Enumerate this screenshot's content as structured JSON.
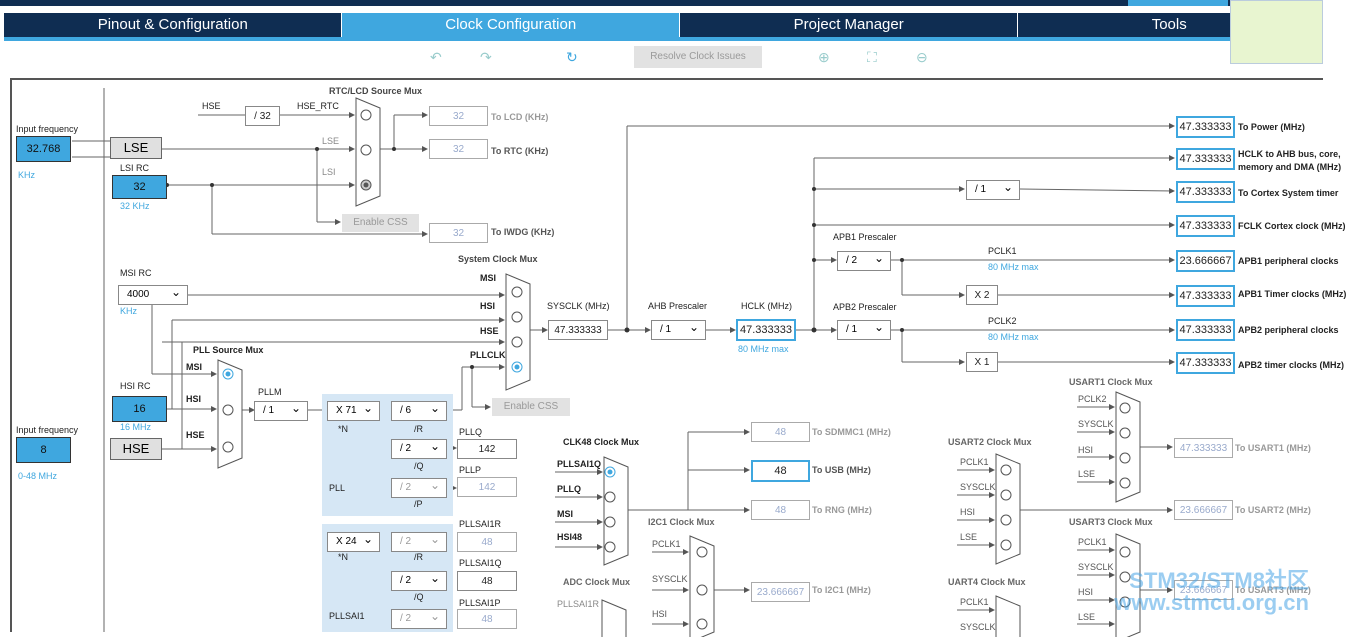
{
  "tabs": [
    "Pinout & Configuration",
    "Clock Configuration",
    "Project Manager",
    "Tools"
  ],
  "toolbar": {
    "resolve": "Resolve Clock Issues",
    "undo": "↶",
    "redo": "↷",
    "refresh": "↻",
    "zoom_in": "⊕",
    "fit": "⛶",
    "zoom_out": "⊖"
  },
  "inputs": {
    "lse_freq_label": "Input frequency",
    "lse_freq": "32.768",
    "lse_unit": "KHz",
    "lse": "LSE",
    "lsi_label": "LSI RC",
    "lsi": "32",
    "lsi_unit": "32 KHz",
    "msi_label": "MSI RC",
    "msi": "4000",
    "msi_unit": "KHz",
    "hsi_label": "HSI RC",
    "hsi": "16",
    "hsi_unit": "16 MHz",
    "hse_freq_label": "Input frequency",
    "hse_freq": "8",
    "hse_range": "0-48 MHz",
    "hse": "HSE"
  },
  "rtc": {
    "title": "RTC/LCD Source Mux",
    "hse": "HSE",
    "div": "/ 32",
    "hse_rtc": "HSE_RTC",
    "lse": "LSE",
    "lsi": "LSI",
    "enable_css": "Enable CSS",
    "lcd_val": "32",
    "lcd_label": "To LCD (KHz)",
    "rtc_val": "32",
    "rtc_label": "To RTC (KHz)",
    "iwdg_val": "32",
    "iwdg_label": "To IWDG (KHz)"
  },
  "sysmux": {
    "title": "System Clock Mux",
    "msi": "MSI",
    "hsi": "HSI",
    "hse": "HSE",
    "pllclk": "PLLCLK",
    "enable_css": "Enable CSS",
    "sysclk_label": "SYSCLK (MHz)",
    "sysclk": "47.333333",
    "ahb_label": "AHB Prescaler",
    "ahb": "/ 1",
    "hclk_label": "HCLK (MHz)",
    "hclk": "47.333333",
    "hclk_max": "80 MHz max"
  },
  "pll": {
    "title": "PLL Source Mux",
    "msi": "MSI",
    "hsi": "HSI",
    "hse": "HSE",
    "pllm_label": "PLLM",
    "pllm": "/ 1",
    "n": "X 71",
    "n_label": "*N",
    "r": "/ 6",
    "r_label": "/R",
    "q": "/ 2",
    "q_label": "/Q",
    "p": "/ 2",
    "p_label": "/P",
    "pllq_label": "PLLQ",
    "pllq": "142",
    "pllp_label": "PLLP",
    "pllp": "142",
    "pll_label": "PLL"
  },
  "pllsai1": {
    "n": "X 24",
    "n_label": "*N",
    "r": "/ 2",
    "r_label": "/R",
    "q": "/ 2",
    "q_label": "/Q",
    "p": "/ 2",
    "p_label": "/P",
    "r_name": "PLLSAI1R",
    "r_val": "48",
    "q_name": "PLLSAI1Q",
    "q_val": "48",
    "p_name": "PLLSAI1P",
    "p_val": "48",
    "label": "PLLSAI1"
  },
  "clk48": {
    "title": "CLK48 Clock Mux",
    "in1": "PLLSAI1Q",
    "in2": "PLLQ",
    "in3": "MSI",
    "in4": "HSI48",
    "sdmmc": "48",
    "sdmmc_label": "To SDMMC1 (MHz)",
    "usb": "48",
    "usb_label": "To USB (MHz)",
    "rng": "48",
    "rng_label": "To RNG (MHz)"
  },
  "adc": {
    "title": "ADC Clock Mux",
    "in1": "PLLSAI1R"
  },
  "i2c1": {
    "title": "I2C1 Clock Mux",
    "in1": "PCLK1",
    "in2": "SYSCLK",
    "in3": "HSI",
    "val": "23.666667",
    "label": "To I2C1 (MHz)"
  },
  "outputs": [
    {
      "val": "47.333333",
      "label": "To Power (MHz)"
    },
    {
      "val": "47.333333",
      "label": "HCLK to AHB bus, core,"
    },
    {
      "val": "47.333333",
      "label": "To Cortex System timer"
    },
    {
      "val": "47.333333",
      "label": "FCLK Cortex clock (MHz)"
    },
    {
      "val": "23.666667",
      "label": "APB1 peripheral clocks"
    },
    {
      "val": "47.333333",
      "label": "APB1 Timer clocks (MHz)"
    },
    {
      "val": "47.333333",
      "label": "APB2 peripheral clocks"
    },
    {
      "val": "47.333333",
      "label": "APB2 timer clocks (MHz)"
    }
  ],
  "hclk_extra": "memory and DMA (MHz)",
  "apb": {
    "cortex_div": "/ 1",
    "apb1_label": "APB1 Prescaler",
    "apb1": "/ 2",
    "pclk1": "PCLK1",
    "pclk1_max": "80 MHz max",
    "x2": "X 2",
    "apb2_label": "APB2 Prescaler",
    "apb2": "/ 1",
    "pclk2": "PCLK2",
    "pclk2_max": "80 MHz max",
    "x1": "X 1"
  },
  "usart1": {
    "title": "USART1 Clock Mux",
    "in1": "PCLK2",
    "in2": "SYSCLK",
    "in3": "HSI",
    "in4": "LSE",
    "val": "47.333333",
    "label": "To USART1 (MHz)"
  },
  "usart2": {
    "title": "USART2 Clock Mux",
    "in1": "PCLK1",
    "in2": "SYSCLK",
    "in3": "HSI",
    "in4": "LSE",
    "val": "23.666667",
    "label": "To USART2 (MHz)"
  },
  "usart3": {
    "title": "USART3 Clock Mux",
    "in1": "PCLK1",
    "in2": "SYSCLK",
    "in3": "HSI",
    "in4": "LSE",
    "val": "23.666667",
    "label": "To USART3 (MHz)"
  },
  "uart4": {
    "title": "UART4 Clock Mux",
    "in1": "PCLK1",
    "in2": "SYSCLK"
  },
  "watermark": {
    "line1": "STM32/STM8社区",
    "line2": "www.stmcu.org.cn"
  }
}
